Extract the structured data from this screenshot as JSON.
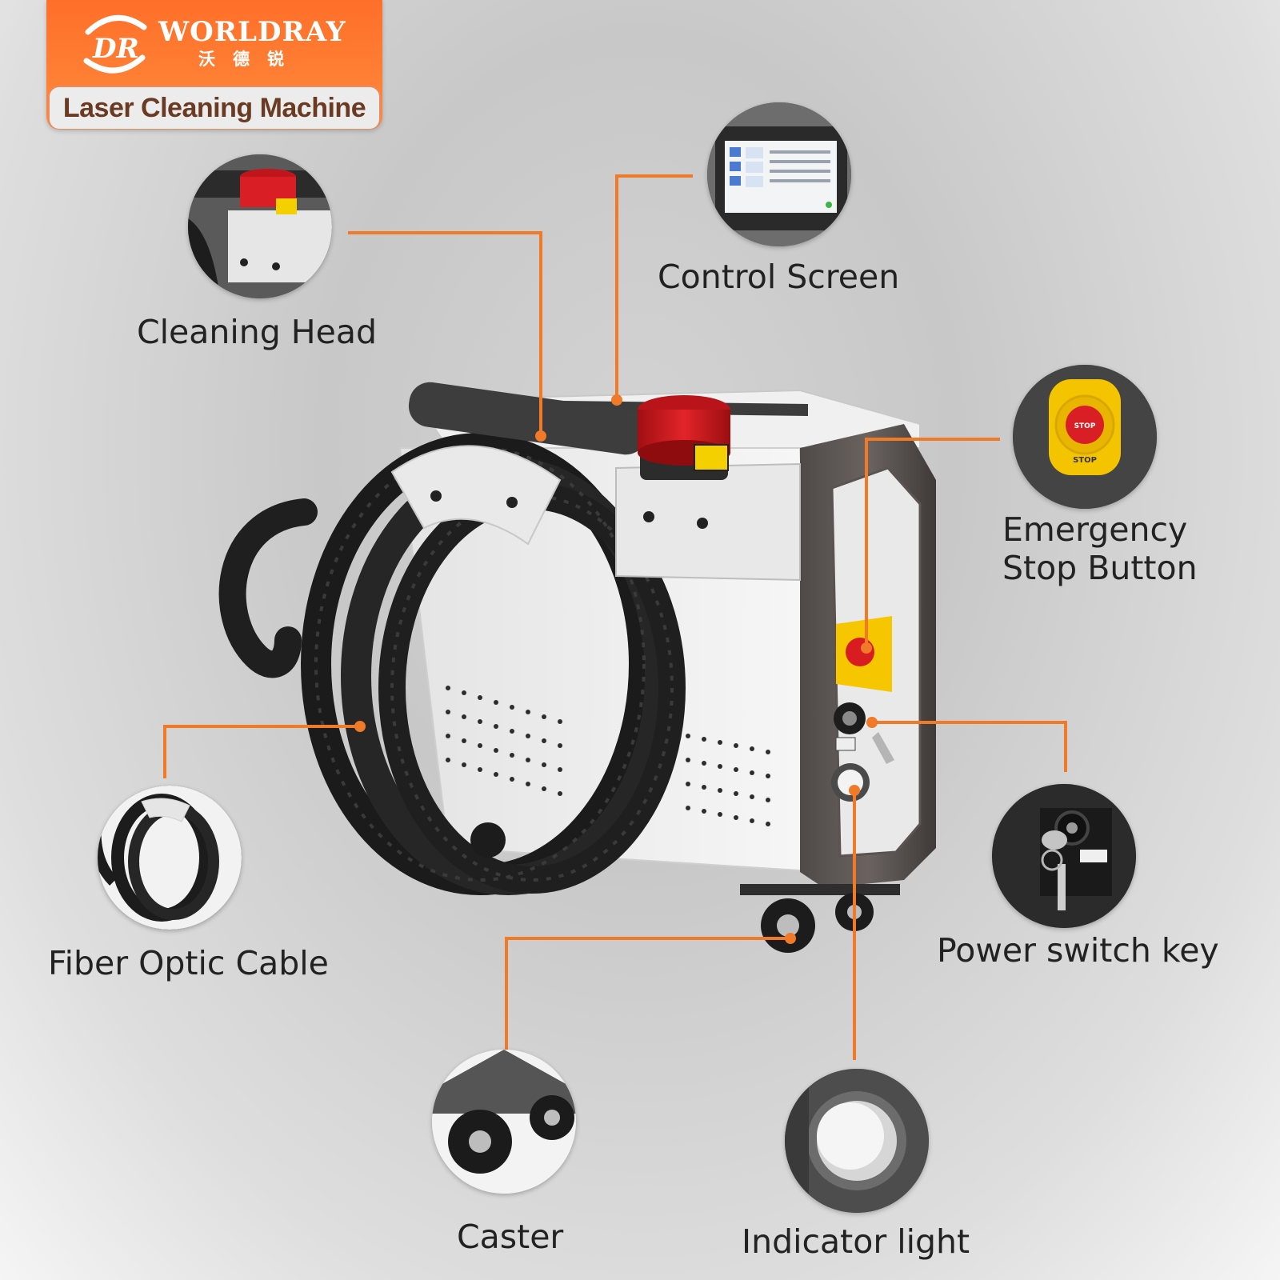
{
  "brand": {
    "name": "WORLDRAY",
    "name_cn": "沃德锐",
    "subtitle": "Laser Cleaning Machine",
    "accent_color": "#ff7a30"
  },
  "callouts": {
    "cleaning_head": "Cleaning Head",
    "control_screen": "Control Screen",
    "emergency_stop": [
      "Emergency",
      "Stop Button"
    ],
    "fiber_cable": "Fiber Optic Cable",
    "power_key": "Power switch key",
    "caster": "Caster",
    "indicator_light": "Indicator light"
  },
  "connector_color": "#f07a28",
  "icons": {
    "logo": "worldray-logo-icon",
    "cleaning_head": "cleaning-head-photo",
    "control_screen": "touch-screen-photo",
    "emergency_stop": "emergency-stop-photo",
    "fiber_cable": "fiber-cable-photo",
    "power_key": "key-switch-photo",
    "caster": "caster-wheel-photo",
    "indicator_light": "indicator-light-photo"
  }
}
